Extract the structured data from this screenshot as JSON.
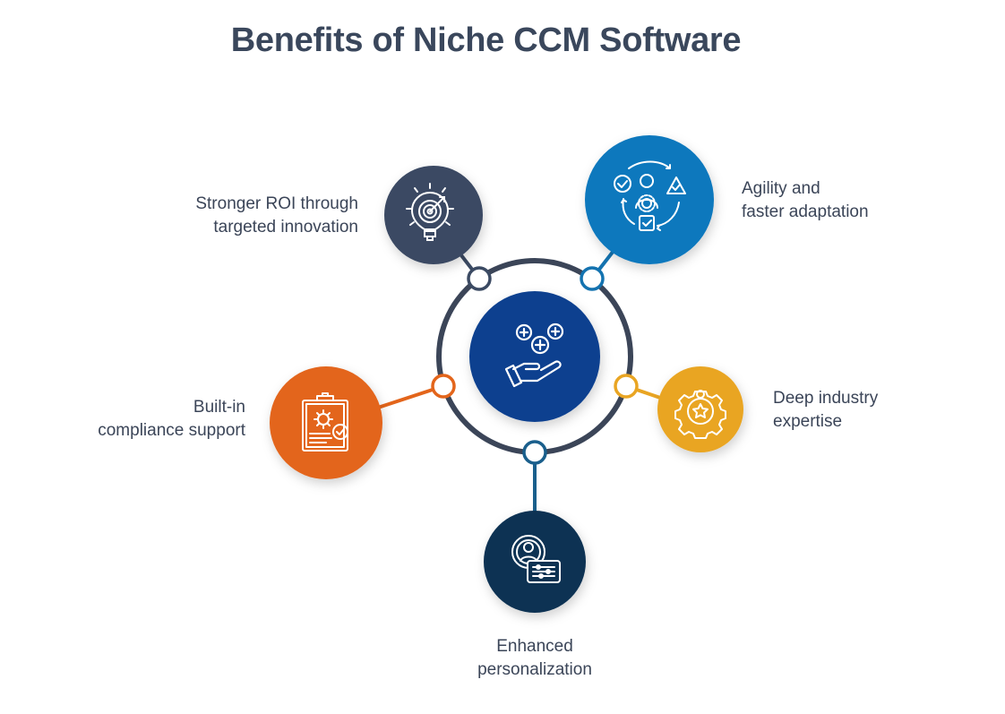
{
  "title": "Benefits of Niche CCM Software",
  "center": {
    "icon": "hand-with-plus-coins-icon",
    "color": "#0a3f8f"
  },
  "ring_color": "#3b4558",
  "benefits": [
    {
      "id": "roi",
      "lines": [
        "Stronger ROI through",
        "targeted innovation"
      ],
      "icon": "lightbulb-target-icon",
      "color": "#3b4a63"
    },
    {
      "id": "agility",
      "lines": [
        "Agility and",
        "faster adaptation"
      ],
      "icon": "agile-cycle-icon",
      "color": "#0f78bd"
    },
    {
      "id": "compliance",
      "lines": [
        "Built-in",
        "compliance support"
      ],
      "icon": "clipboard-gear-check-icon",
      "color": "#e3651b"
    },
    {
      "id": "expertise",
      "lines": [
        "Deep industry",
        "expertise"
      ],
      "icon": "gear-star-icon",
      "color": "#e9a523"
    },
    {
      "id": "personalization",
      "lines": [
        "Enhanced",
        "personalization"
      ],
      "icon": "user-settings-icon",
      "color": "#0e3352"
    }
  ],
  "connector_colors": {
    "roi": "#3b4a63",
    "agility": "#1473b0",
    "compliance": "#e3651b",
    "expertise": "#e9a523",
    "personalization": "#1a5f8c"
  }
}
